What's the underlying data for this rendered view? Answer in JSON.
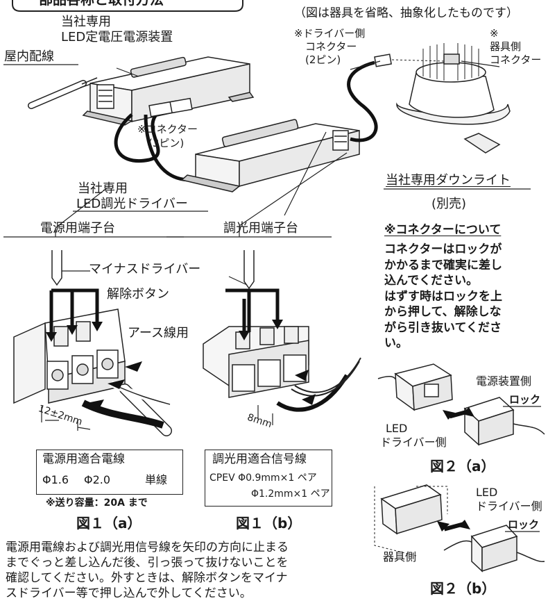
{
  "header": {
    "section_title": "部品各称と取付方法",
    "caption": "（図は器具を省略、抽象化したものです）"
  },
  "labels": {
    "power_unit": [
      "当社専用",
      "LED定電圧電源装置"
    ],
    "indoor_wiring": "屋内配線",
    "driver_connector": [
      "※ドライバー側",
      "コネクター",
      "(2ピン)"
    ],
    "fixture_connector": [
      "※",
      "器具側",
      "コネクター"
    ],
    "connector_3pin": [
      "※コネクター",
      "(3ピン)"
    ],
    "driver": [
      "当社専用",
      "LED調光ドライバー"
    ],
    "downlight": "当社専用ダウンライト",
    "sold_separately": "(別売)",
    "power_terminal": "電源用端子台",
    "dimming_terminal": "調光用端子台",
    "screwdriver": "マイナスドライバー",
    "release_button": "解除ボタン",
    "earth_wire": "アース線用",
    "strip_length_a": "12±2mm",
    "strip_length_b": "8mm"
  },
  "connector_note": {
    "heading": "※コネクターについて",
    "lines": [
      "コネクターはロックが",
      "かかるまで確実に差し",
      "込んでください。",
      "はずす時はロックを上",
      "から押して、解除しな",
      "がら引き抜いてくださ",
      "い。"
    ]
  },
  "spec_a": {
    "title": "電源用適合電線",
    "size1": "Φ1.6",
    "size2": "Φ2.0",
    "type": "単線",
    "note": "※送り容量：20A まで",
    "caption": "図１（a）"
  },
  "spec_b": {
    "title": "調光用適合信号線",
    "line1": "CPEV  Φ0.9mm×1 ペア",
    "line2": "Φ1.2mm×1 ペア",
    "caption": "図１（b）"
  },
  "fig2a": {
    "power_side": "電源装置側",
    "lock": "ロック",
    "driver_side": [
      "LED",
      "ドライバー側"
    ],
    "caption": "図２（a）"
  },
  "fig2b": {
    "driver_side": [
      "LED",
      "ドライバー側"
    ],
    "lock": "ロック",
    "fixture_side": "器具側",
    "caption": "図２（b）"
  },
  "instructions": [
    "電源用電線および調光用信号線を矢印の方向に止まる",
    "までぐっと差し込んだ後、引っ張って抜けないことを",
    "確認してください。外すときは、解除ボタンをマイナ",
    "スドライバー等で押し込んで外してください。"
  ]
}
